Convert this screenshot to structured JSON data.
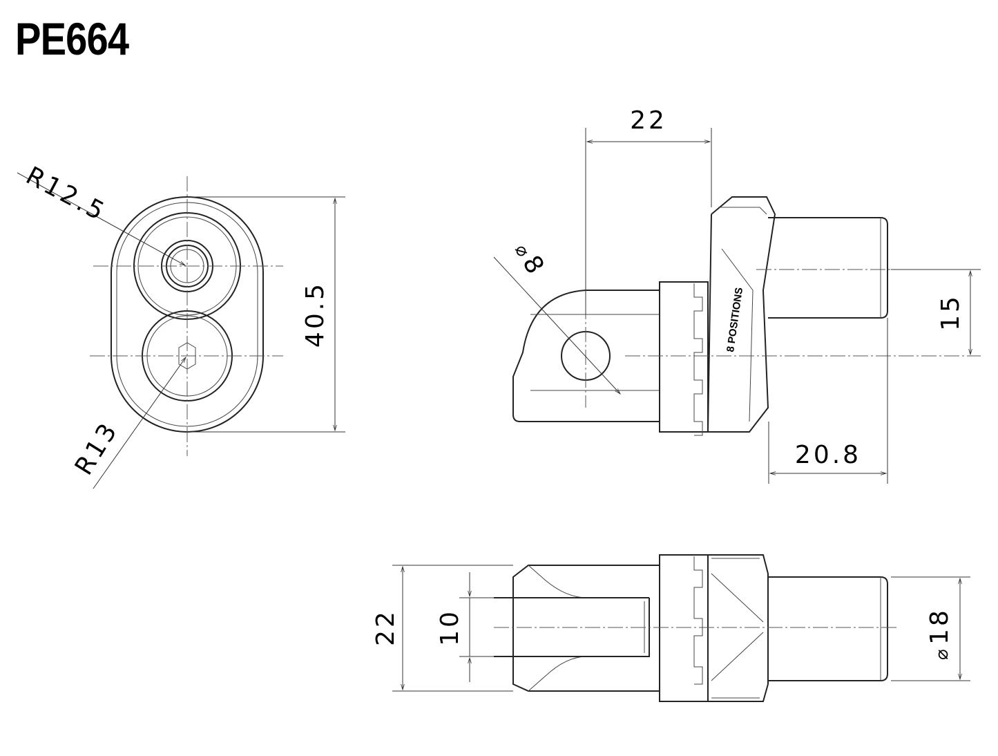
{
  "title": "PE664",
  "dimensions": {
    "front_radius_top": "R12.5",
    "front_height": "40.5",
    "front_radius_bottom": "R13",
    "side_width_top": "22",
    "side_hole_diameter": "8",
    "side_offset": "15",
    "side_shaft_length": "20.8",
    "top_width": "22",
    "top_slot_width": "10",
    "top_shaft_diameter": "18"
  },
  "labels": {
    "positions": "8 POSITIONS",
    "diameter_symbol": "⌀"
  }
}
